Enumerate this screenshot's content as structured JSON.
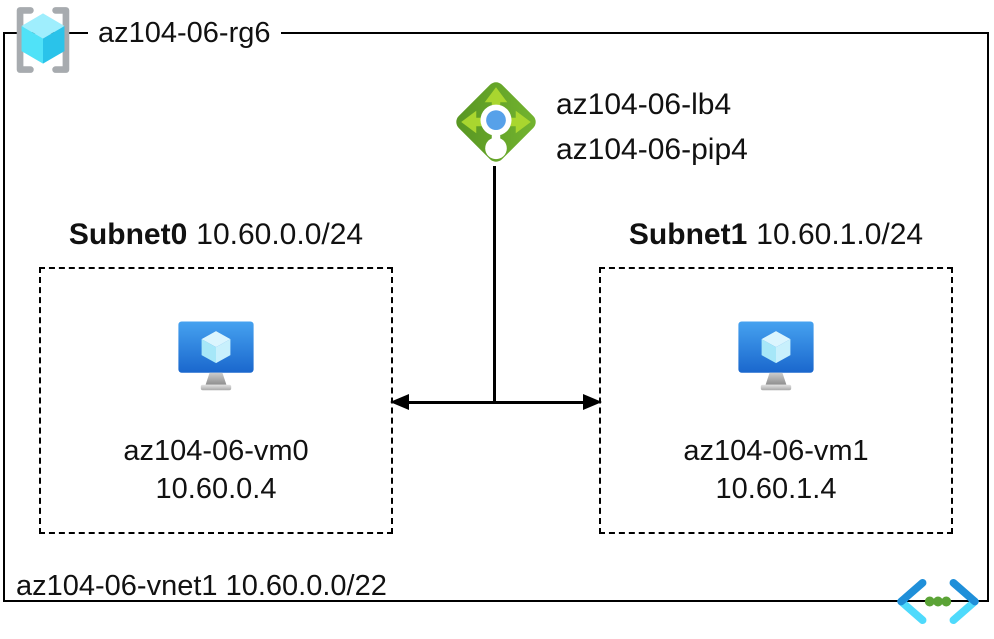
{
  "resource_group": {
    "name": "az104-06-rg6"
  },
  "load_balancer": {
    "name": "az104-06-lb4",
    "public_ip_name": "az104-06-pip4"
  },
  "subnets": [
    {
      "name": "Subnet0",
      "cidr": "10.60.0.0/24",
      "vm_name": "az104-06-vm0",
      "vm_ip": "10.60.0.4"
    },
    {
      "name": "Subnet1",
      "cidr": "10.60.1.0/24",
      "vm_name": "az104-06-vm1",
      "vm_ip": "10.60.1.4"
    }
  ],
  "vnet": {
    "name": "az104-06-vnet1",
    "cidr": "10.60.0.0/22"
  },
  "icons": {
    "resource_group": "resource-group-icon",
    "load_balancer": "load-balancer-icon",
    "virtual_machine": "virtual-machine-icon",
    "virtual_network": "virtual-network-icon"
  },
  "colors": {
    "line": "#000000",
    "bracket_gray": "#a7abaf",
    "cube_cyan_top": "#9feefd",
    "cube_cyan_left": "#50e2f8",
    "cube_cyan_right": "#2ac3ea",
    "lb_green_dark": "#579522",
    "lb_green_light": "#74b530",
    "lb_arrow_green": "#a9d62f",
    "lb_dot_blue": "#57a1e9",
    "vm_screen_top": "#46a2f0",
    "vm_screen_bottom": "#1a67cd",
    "vnet_blue": "#1f8fd9",
    "vnet_cyan": "#4fdafc",
    "vnet_dot_green": "#5ba336"
  }
}
